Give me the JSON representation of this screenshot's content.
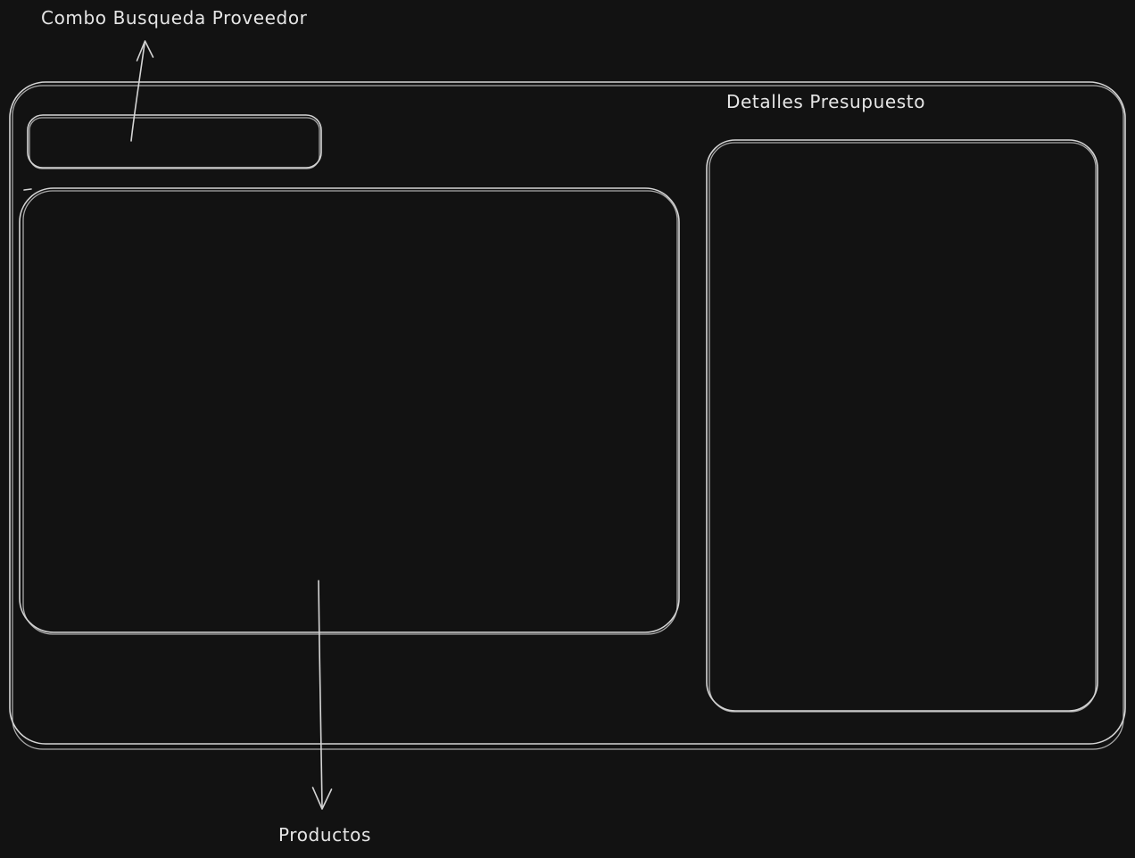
{
  "canvas": {
    "background_color": "#121212",
    "stroke_color": "#d4d4d4",
    "text_color": "#e6e6e6"
  },
  "annotations": {
    "combo_busqueda_proveedor": "Combo Busqueda Proveedor",
    "detalles_presupuesto": "Detalles Presupuesto",
    "productos": "Productos"
  }
}
